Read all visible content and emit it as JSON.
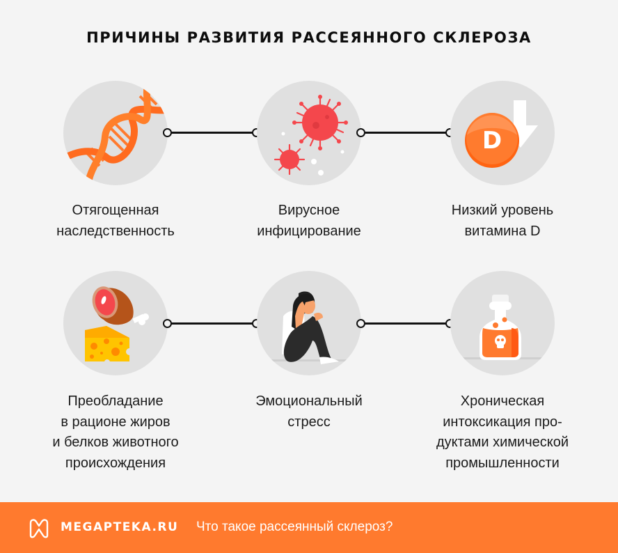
{
  "title": "ПРИЧИНЫ РАЗВИТИЯ РАССЕЯННОГО СКЛЕРОЗА",
  "colors": {
    "background": "#f4f4f4",
    "circle": "#e0e0e0",
    "accent_orange": "#ff7a2e",
    "virus_red": "#f4474c",
    "connector": "#111111"
  },
  "causes": [
    {
      "icon": "dna-icon",
      "caption": "Отягощенная\nнаследственность"
    },
    {
      "icon": "virus-icon",
      "caption": "Вирусное\nинфицирование"
    },
    {
      "icon": "vitamin-d-down-icon",
      "caption": "Низкий уровень\nвитамина D",
      "badge": "D"
    },
    {
      "icon": "meat-cheese-icon",
      "caption": "Преобладание\nв рационе жиров\nи белков животного\nпроисхождения"
    },
    {
      "icon": "stressed-person-icon",
      "caption": "Эмоциональный\nстресс"
    },
    {
      "icon": "poison-bottle-icon",
      "caption": "Хроническая\nинтоксикация про-\nдуктами химической\nпромышленности"
    }
  ],
  "footer": {
    "brand": "MEGAPTEKA.RU",
    "link_text": "Что такое рассеянный склероз?"
  }
}
